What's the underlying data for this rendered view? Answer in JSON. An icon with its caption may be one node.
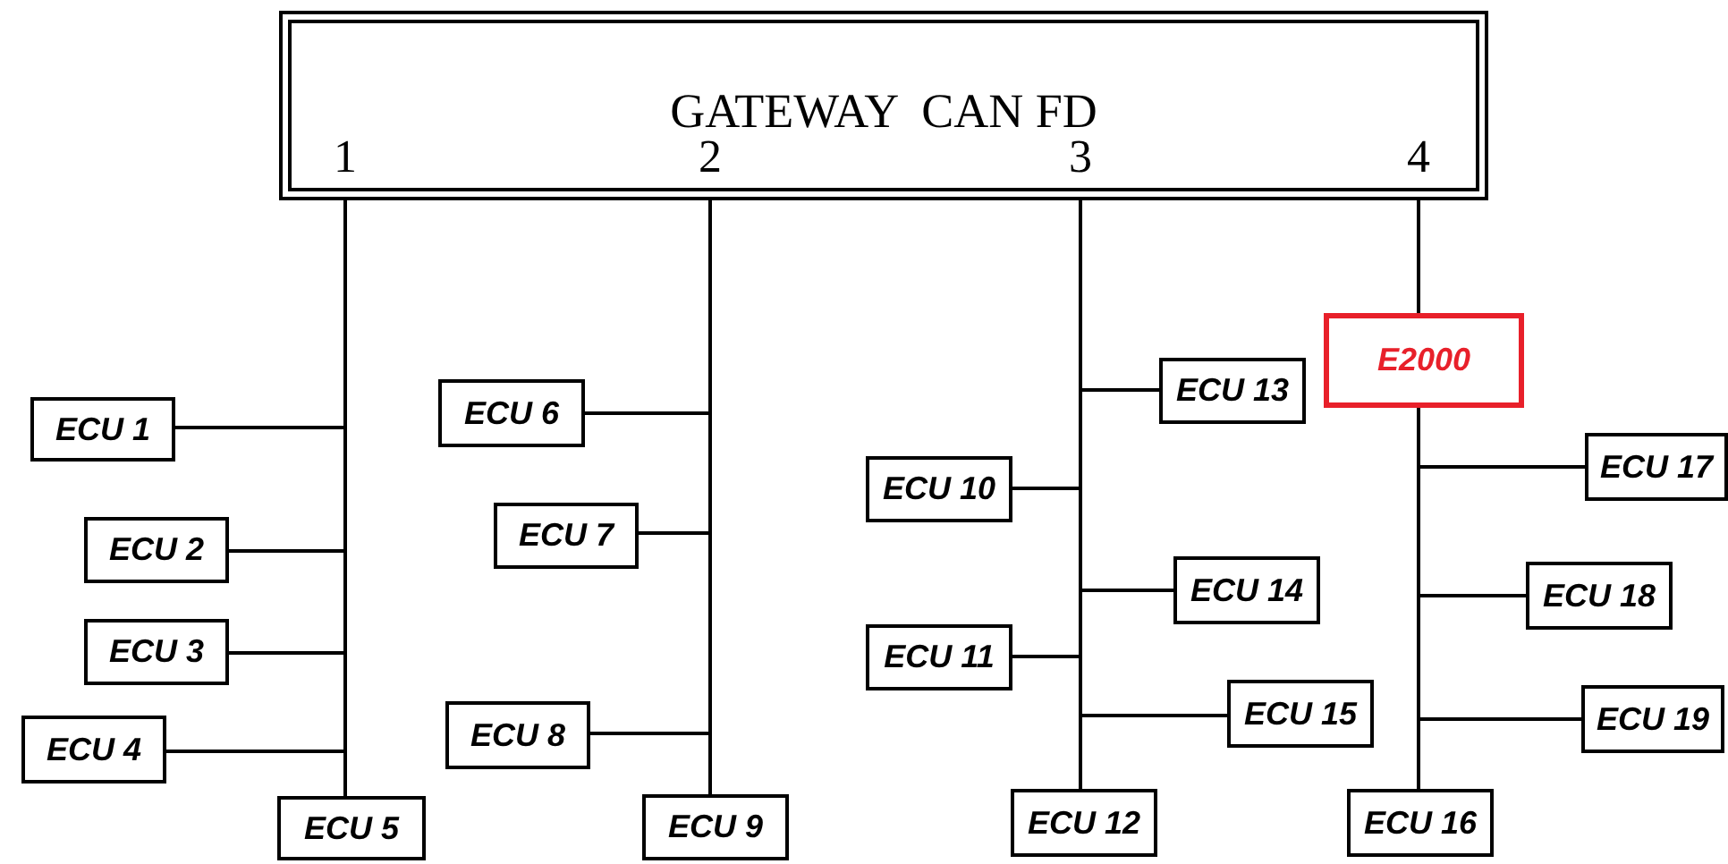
{
  "diagram": {
    "nodes": [
      {
        "text": [
          "GATEWAY  CAN FD"
        ]
      },
      {
        "text": [
          "ECU 1"
        ]
      },
      {
        "text": [
          "ECU 2"
        ]
      },
      {
        "text": [
          "ECU 3"
        ]
      },
      {
        "text": [
          "ECU 4"
        ]
      },
      {
        "text": [
          "ECU 5"
        ]
      },
      {
        "text": [
          "ECU 6"
        ]
      },
      {
        "text": [
          "ECU 7"
        ]
      },
      {
        "text": [
          "ECU 8"
        ]
      },
      {
        "text": [
          "ECU 9"
        ]
      },
      {
        "text": [
          "ECU 10"
        ]
      },
      {
        "text": [
          "ECU 11"
        ]
      },
      {
        "text": [
          "ECU 12"
        ]
      },
      {
        "text": [
          "ECU 13"
        ]
      },
      {
        "text": [
          "ECU 14"
        ]
      },
      {
        "text": [
          "ECU 15"
        ]
      },
      {
        "text": [
          "ECU 16"
        ]
      },
      {
        "text": [
          "ECU 17"
        ]
      },
      {
        "text": [
          "ECU 18"
        ]
      },
      {
        "text": [
          "ECU 19"
        ]
      },
      {
        "text": [
          "E2000"
        ]
      }
    ],
    "edges": [
      {
        "from": 0,
        "to": 1,
        "arrow": "none"
      },
      {
        "from": 0,
        "to": 2,
        "arrow": "none"
      },
      {
        "from": 0,
        "to": 3,
        "arrow": "none"
      },
      {
        "from": 0,
        "to": 4,
        "arrow": "none"
      },
      {
        "from": 0,
        "to": 5,
        "arrow": "none"
      },
      {
        "from": 0,
        "to": 6,
        "arrow": "none"
      },
      {
        "from": 0,
        "to": 7,
        "arrow": "none"
      },
      {
        "from": 0,
        "to": 8,
        "arrow": "none"
      },
      {
        "from": 0,
        "to": 9,
        "arrow": "none"
      },
      {
        "from": 0,
        "to": 10,
        "arrow": "none"
      },
      {
        "from": 0,
        "to": 11,
        "arrow": "none"
      },
      {
        "from": 0,
        "to": 12,
        "arrow": "none"
      },
      {
        "from": 0,
        "to": 13,
        "arrow": "none"
      },
      {
        "from": 0,
        "to": 14,
        "arrow": "none"
      },
      {
        "from": 0,
        "to": 15,
        "arrow": "none"
      },
      {
        "from": 0,
        "to": 20,
        "arrow": "none"
      },
      {
        "from": 20,
        "to": 16,
        "arrow": "none"
      },
      {
        "from": 20,
        "to": 17,
        "arrow": "none"
      },
      {
        "from": 20,
        "to": 18,
        "arrow": "none"
      },
      {
        "from": 20,
        "to": 19,
        "arrow": "none"
      }
    ],
    "labels": [
      "1",
      "2",
      "3",
      "4"
    ]
  }
}
